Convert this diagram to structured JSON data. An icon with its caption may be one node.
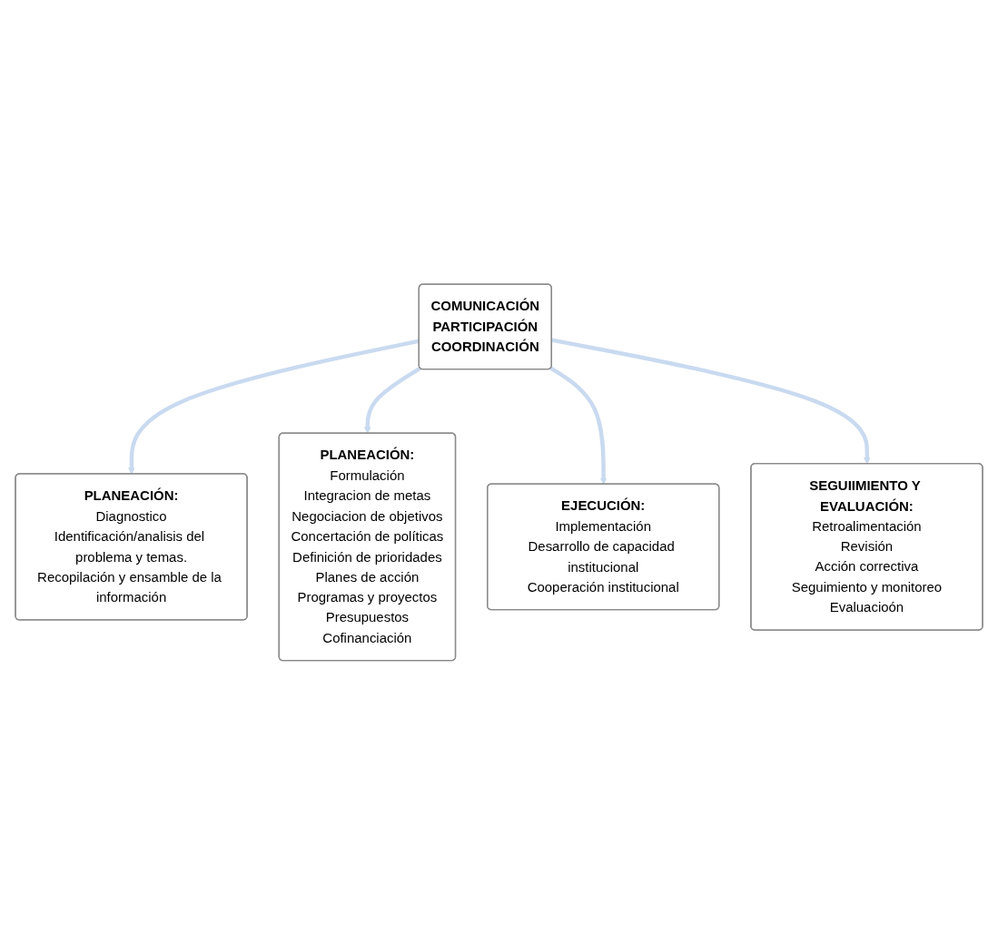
{
  "diagram": {
    "nodes": [
      {
        "text": [
          "PLANEACIÓN:",
          "Diagnostico",
          "Identificación/analisis del problema y temas.",
          "Recopilación y ensamble de la información"
        ]
      },
      {
        "text": [
          "PLANEACIÓN:",
          "Formulación",
          "Integracion de metas",
          "Negociacion de objetivos",
          "Concertación de políticas",
          "Definición de prioridades",
          "Planes de acción",
          "Programas y proyectos",
          "Presupuestos",
          "Cofinanciación"
        ]
      },
      {
        "text": [
          "SEGUIIMIENTO Y EVALUACIÓN:",
          "Retroalimentación",
          "Revisión",
          "Acción correctiva",
          "Seguimiento y monitoreo",
          "Evaluacioón"
        ]
      },
      {
        "text": [
          "COMUNICACIÓN",
          "PARTICIPACIÓN",
          "COORDINACIÓN"
        ]
      },
      {
        "text": [
          "EJECUCIÓN:",
          "Implementación",
          "Desarrollo de capacidad institucional",
          "Cooperación institucional"
        ]
      }
    ],
    "edges": [
      {
        "from": 3,
        "to": 0,
        "arrow": "to"
      },
      {
        "from": 3,
        "to": 1,
        "arrow": "to"
      },
      {
        "from": 3,
        "to": 4,
        "arrow": "to"
      },
      {
        "from": 3,
        "to": 2,
        "arrow": "to"
      }
    ]
  }
}
